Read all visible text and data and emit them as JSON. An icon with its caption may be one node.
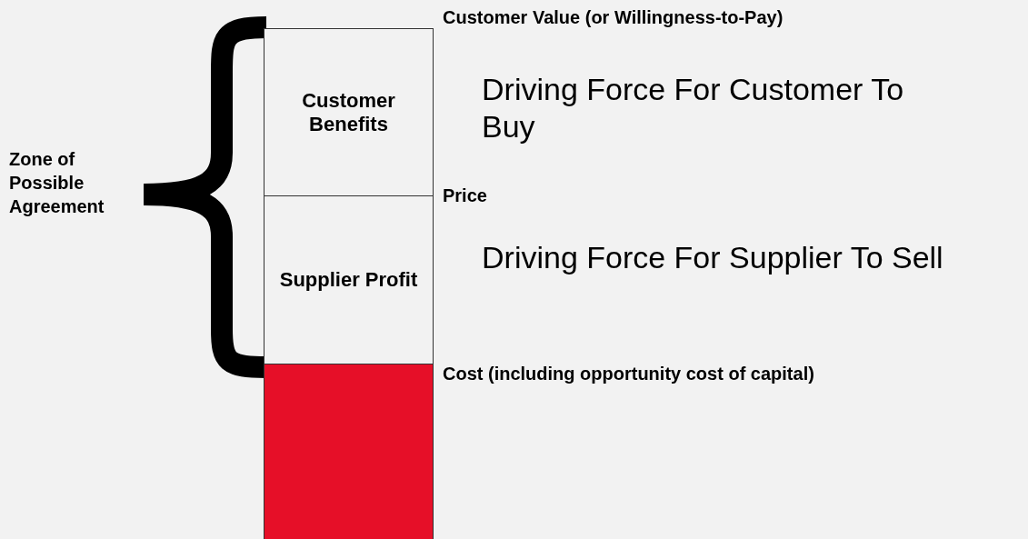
{
  "diagram": {
    "nodes": [
      {
        "text": [
          "Customer Benefits"
        ]
      },
      {
        "text": [
          "Supplier Profit"
        ]
      },
      {
        "text": [],
        "shape": "box"
      }
    ],
    "labels": [
      "Customer Value (or Willingness-to-Pay)",
      "Driving Force For Customer To Buy",
      "Zone of Possible Agreement",
      "Price",
      "Driving Force For Supplier To Sell",
      "Cost (including opportunity cost of capital)"
    ]
  }
}
